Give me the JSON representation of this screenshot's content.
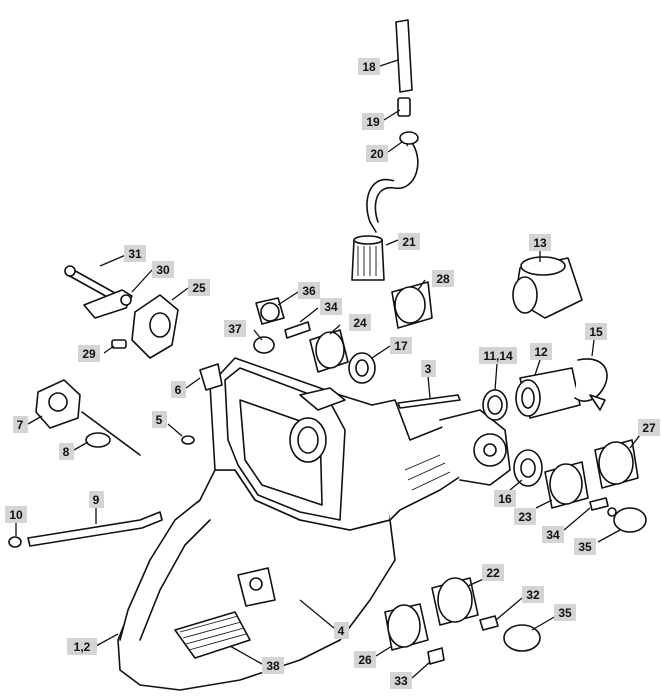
{
  "labels": [
    {
      "id": "18",
      "text": "18"
    },
    {
      "id": "19",
      "text": "19"
    },
    {
      "id": "20",
      "text": "20"
    },
    {
      "id": "21",
      "text": "21"
    },
    {
      "id": "13",
      "text": "13"
    },
    {
      "id": "31",
      "text": "31"
    },
    {
      "id": "30",
      "text": "30"
    },
    {
      "id": "25",
      "text": "25"
    },
    {
      "id": "28",
      "text": "28"
    },
    {
      "id": "36",
      "text": "36"
    },
    {
      "id": "34a",
      "text": "34"
    },
    {
      "id": "24",
      "text": "24"
    },
    {
      "id": "37",
      "text": "37"
    },
    {
      "id": "17",
      "text": "17"
    },
    {
      "id": "29",
      "text": "29"
    },
    {
      "id": "15",
      "text": "15"
    },
    {
      "id": "1114",
      "text": "11,14"
    },
    {
      "id": "12",
      "text": "12"
    },
    {
      "id": "6",
      "text": "6"
    },
    {
      "id": "3",
      "text": "3"
    },
    {
      "id": "7",
      "text": "7"
    },
    {
      "id": "5",
      "text": "5"
    },
    {
      "id": "8",
      "text": "8"
    },
    {
      "id": "27",
      "text": "27"
    },
    {
      "id": "16",
      "text": "16"
    },
    {
      "id": "9",
      "text": "9"
    },
    {
      "id": "10",
      "text": "10"
    },
    {
      "id": "23",
      "text": "23"
    },
    {
      "id": "34b",
      "text": "34"
    },
    {
      "id": "35a",
      "text": "35"
    },
    {
      "id": "22",
      "text": "22"
    },
    {
      "id": "32",
      "text": "32"
    },
    {
      "id": "35b",
      "text": "35"
    },
    {
      "id": "4",
      "text": "4"
    },
    {
      "id": "12b",
      "text": "1,2"
    },
    {
      "id": "26",
      "text": "26"
    },
    {
      "id": "38",
      "text": "38"
    },
    {
      "id": "33",
      "text": "33"
    }
  ]
}
